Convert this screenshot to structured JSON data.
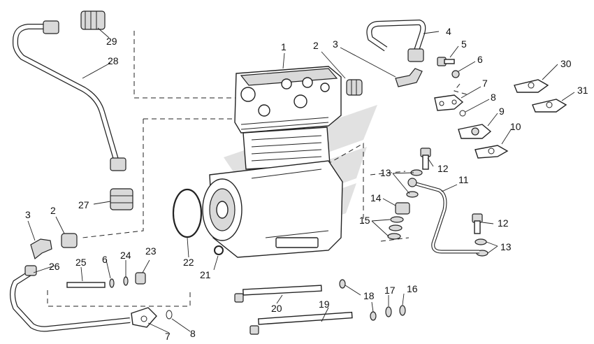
{
  "callouts": {
    "c1": "1",
    "c2a": "2",
    "c2b": "2",
    "c3a": "3",
    "c3b": "3",
    "c4": "4",
    "c5": "5",
    "c6a": "6",
    "c6b": "6",
    "c7a": "7",
    "c7b": "7",
    "c8a": "8",
    "c8b": "8",
    "c9": "9",
    "c10": "10",
    "c11": "11",
    "c12a": "12",
    "c12b": "12",
    "c13a": "13",
    "c13b": "13",
    "c14": "14",
    "c15": "15",
    "c16": "16",
    "c17": "17",
    "c18": "18",
    "c19": "19",
    "c20": "20",
    "c21": "21",
    "c22": "22",
    "c23": "23",
    "c24": "24",
    "c25": "25",
    "c26": "26",
    "c27": "27",
    "c28": "28",
    "c29": "29",
    "c30": "30",
    "c31": "31"
  },
  "colors": {
    "line": "#222222",
    "shade": "#d9d9d9",
    "watermark": "#c9c9c9"
  }
}
